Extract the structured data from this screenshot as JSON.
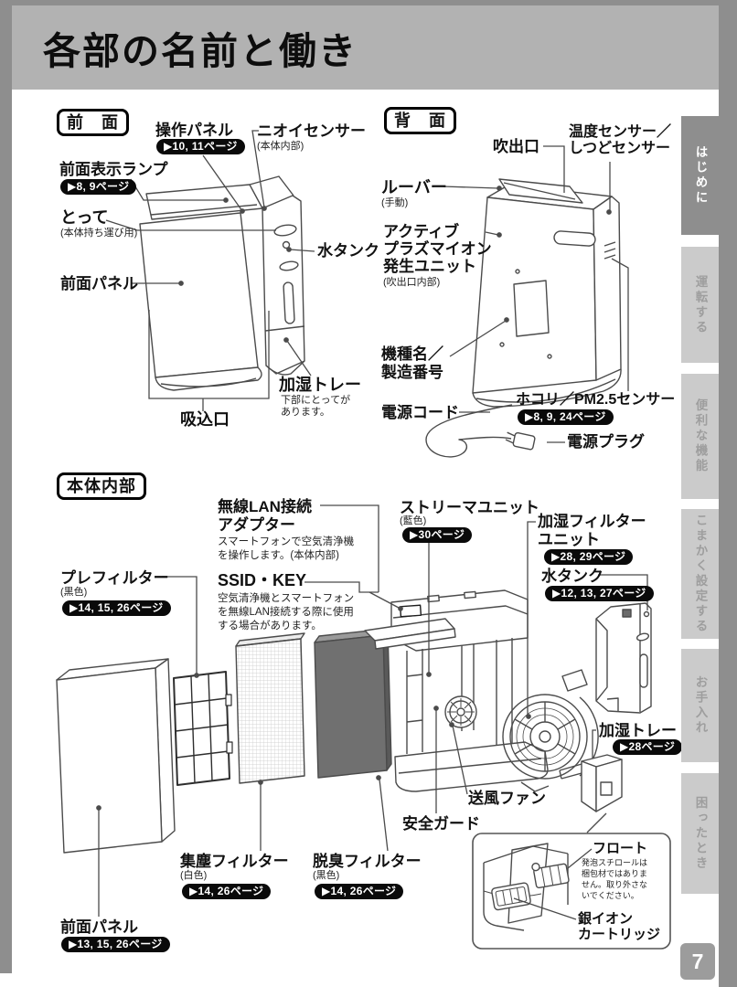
{
  "page": {
    "title": "各部の名前と働き",
    "page_number": "7"
  },
  "sidebar": {
    "tabs": [
      {
        "label": "はじめに",
        "active": true
      },
      {
        "label": "運転する",
        "active": false
      },
      {
        "label": "便利な機能",
        "active": false
      },
      {
        "label": "こまかく設定する",
        "active": false
      },
      {
        "label": "お手入れ",
        "active": false
      },
      {
        "label": "困ったとき",
        "active": false
      }
    ]
  },
  "colors": {
    "banner": "#b2b2b2",
    "side_strip": "#8e8e8e",
    "tab_active_bg": "#8e8e8e",
    "tab_inactive_bg": "#cbcbcb",
    "badge_bg": "#0a0a0a",
    "line_art": "#4b4b4b"
  },
  "front": {
    "heading": "前　面",
    "control_panel": {
      "label": "操作パネル",
      "badge": "▶10, 11ページ"
    },
    "odor_sensor": {
      "label": "ニオイセンサー",
      "note": "(本体内部)"
    },
    "front_lamp": {
      "label": "前面表示ランプ",
      "badge": "▶8, 9ページ"
    },
    "handle": {
      "label": "とって",
      "note": "(本体持ち運び用)"
    },
    "water_tank": {
      "label": "水タンク"
    },
    "front_panel": {
      "label": "前面パネル"
    },
    "humidify_tray": {
      "label": "加湿トレー",
      "note": "下部にとってがあります。"
    },
    "intake": {
      "label": "吸込口"
    }
  },
  "back": {
    "heading": "背　面",
    "outlet": {
      "label": "吹出口"
    },
    "temp_sensor": {
      "lines": [
        "温度センサー／",
        "しつどセンサー"
      ]
    },
    "louver": {
      "label": "ルーバー",
      "note": "(手動)"
    },
    "plasma_unit": {
      "lines": [
        "アクティブ",
        "プラズマイオン",
        "発生ユニット"
      ],
      "note": "(吹出口内部)"
    },
    "model_label": {
      "lines": [
        "機種名／",
        "製造番号"
      ]
    },
    "power_cord": {
      "label": "電源コード"
    },
    "dust_sensor": {
      "label": "ホコリ／PM2.5センサー",
      "badge": "▶8, 9, 24ページ"
    },
    "power_plug": {
      "label": "電源プラグ"
    }
  },
  "inner": {
    "heading": "本体内部",
    "wlan": {
      "lines": [
        "無線LAN接続",
        "アダプター"
      ],
      "desc": "スマートフォンで空気清浄機を操作します。(本体内部)"
    },
    "streamer": {
      "label": "ストリーマユニット",
      "note": "(藍色)",
      "badge": "▶30ページ"
    },
    "humid_filter": {
      "lines": [
        "加湿フィルター",
        "ユニット"
      ],
      "badge": "▶28, 29ページ"
    },
    "water_tank": {
      "label": "水タンク",
      "badge": "▶12, 13, 27ページ"
    },
    "pre_filter": {
      "label": "プレフィルター",
      "note": "(黒色)",
      "badge": "▶14, 15, 26ページ"
    },
    "ssid": {
      "label": "SSID・KEY",
      "desc": "空気清浄機とスマートフォンを無線LAN接続する際に使用する場合があります。"
    },
    "humidify_tray": {
      "label": "加湿トレー",
      "badge": "▶28ページ"
    },
    "fan": {
      "label": "送風ファン"
    },
    "guard": {
      "label": "安全ガード"
    },
    "dust_filter": {
      "label": "集塵フィルター",
      "note": "(白色)",
      "badge": "▶14, 26ページ"
    },
    "deo_filter": {
      "label": "脱臭フィルター",
      "note": "(黒色)",
      "badge": "▶14, 26ページ"
    },
    "front_panel": {
      "label": "前面パネル",
      "badge": "▶13, 15, 26ページ"
    },
    "float": {
      "label": "フロート",
      "desc": "発泡スチロールは梱包材ではありません。取り外さないでください。"
    },
    "silver_ion": {
      "lines": [
        "銀イオン",
        "カートリッジ"
      ]
    }
  }
}
